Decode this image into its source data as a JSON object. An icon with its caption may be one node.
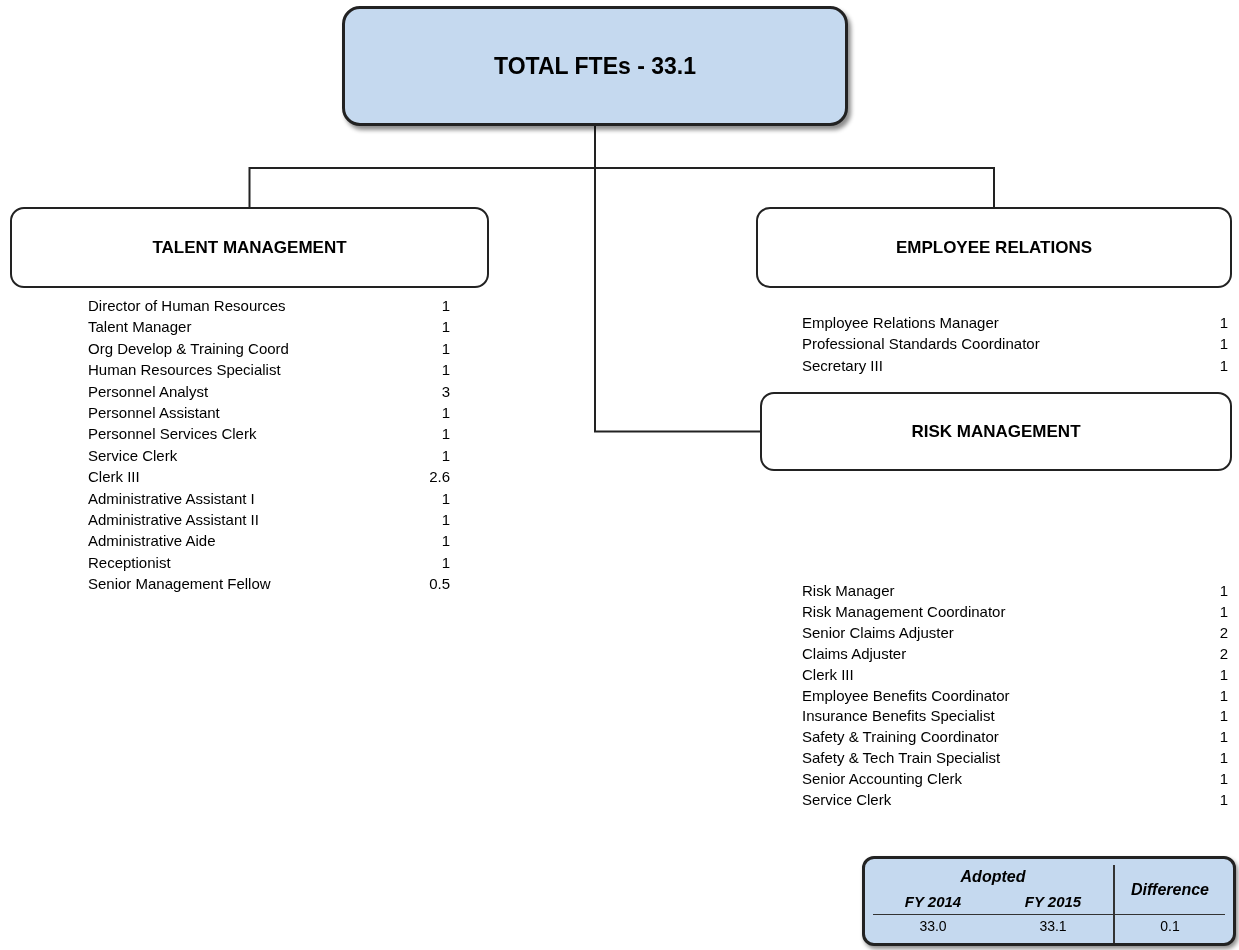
{
  "diagram": {
    "nodes": [
      {
        "text": [
          "TOTAL FTEs - 33.1"
        ]
      },
      {
        "text": [
          "TALENT MANAGEMENT"
        ],
        "beside": [
          "Director of Human Resources",
          "1",
          "Talent Manager",
          "1",
          "Org Develop & Training Coord",
          "1",
          "Human Resources Specialist",
          "1",
          "Personnel Analyst",
          "3",
          "Personnel Assistant",
          "1",
          "Personnel Services Clerk",
          "1",
          "Service Clerk",
          "1",
          "Clerk III",
          "2.6",
          "Administrative Assistant I",
          "1",
          "Administrative Assistant II",
          "1",
          "Administrative Aide",
          "1",
          "Receptionist",
          "1",
          "Senior Management Fellow",
          "0.5"
        ]
      },
      {
        "text": [
          "EMPLOYEE RELATIONS"
        ],
        "beside": [
          "Employee Relations Manager",
          "1",
          "Professional Standards Coordinator",
          "1",
          "Secretary III",
          "1"
        ]
      },
      {
        "text": [
          "RISK MANAGEMENT"
        ],
        "beside": [
          "Risk Manager",
          "1",
          "Risk Management Coordinator",
          "1",
          "Senior Claims Adjuster",
          "2",
          "Claims Adjuster",
          "2",
          "Clerk III",
          "1",
          "Employee Benefits Coordinator",
          "1",
          "Insurance Benefits Specialist",
          "1",
          "Safety & Training Coordinator",
          "1",
          "Safety & Tech Train Specialist",
          "1",
          "Senior Accounting Clerk",
          "1",
          "Service Clerk",
          "1"
        ]
      }
    ],
    "edges": [
      {
        "from": 0,
        "to": 1,
        "arrow": "none"
      },
      {
        "from": 0,
        "to": 2,
        "arrow": "none"
      },
      {
        "from": 0,
        "to": 3,
        "arrow": "none"
      }
    ],
    "labels": [
      "Adopted",
      "Difference",
      "FY 2014",
      "FY 2015",
      "33.0",
      "33.1",
      "0.1"
    ]
  }
}
